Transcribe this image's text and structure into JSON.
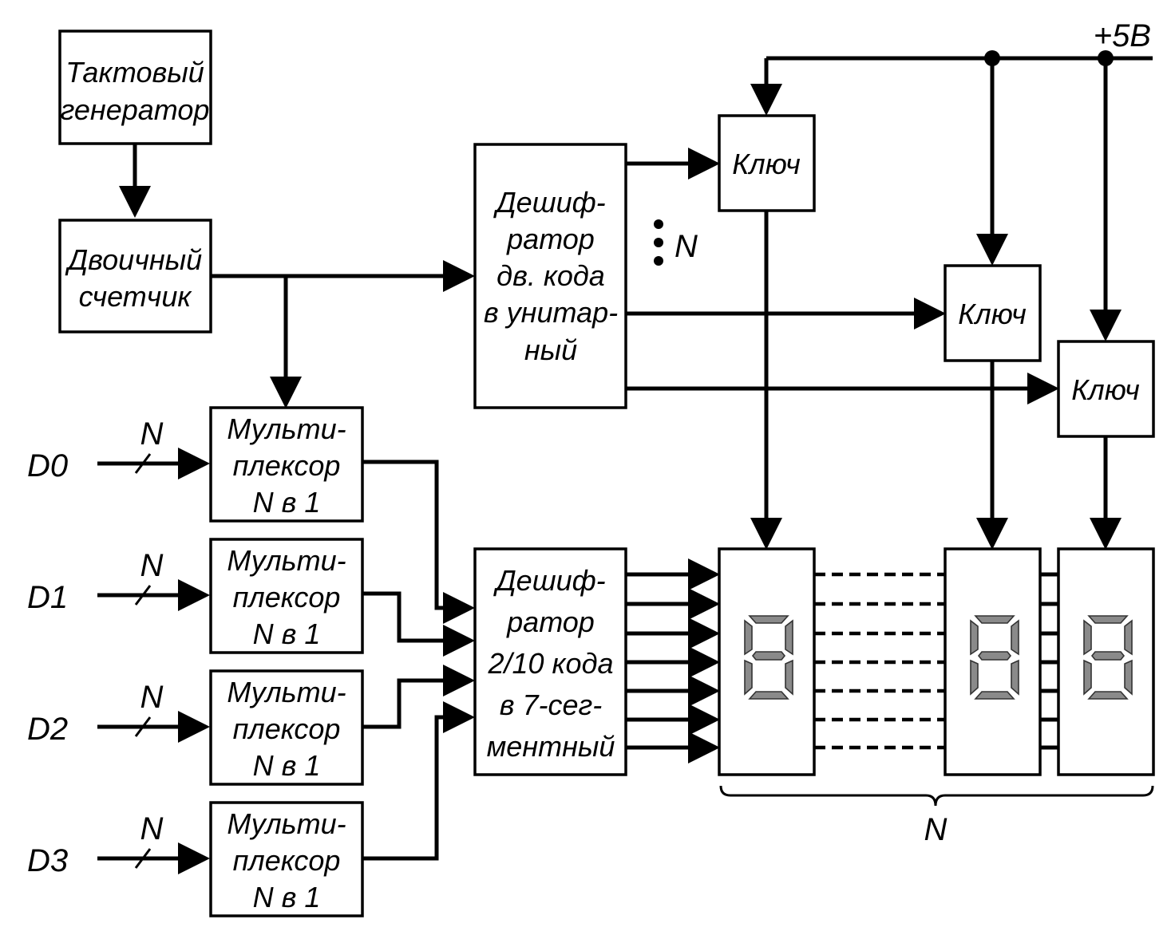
{
  "diagram": {
    "clock_generator": [
      "Тактовый",
      "генератор"
    ],
    "binary_counter": [
      "Двоичный",
      "счетчик"
    ],
    "unitary_decoder": [
      "Дешиф-",
      "ратор",
      "дв. кода",
      "в унитар-",
      "ный"
    ],
    "seg_decoder": [
      "Дешиф-",
      "ратор",
      "2/10 кода",
      "в 7-сег-",
      "ментный"
    ],
    "switch_label": "Ключ",
    "supply_label": "+5В",
    "count_label": "N",
    "mux_label": [
      "Мульти-",
      "плексор",
      "N в 1"
    ],
    "inputs": [
      "D0",
      "D1",
      "D2",
      "D3"
    ],
    "brace_label": "N",
    "colors": {
      "line": "#000000",
      "segment": "#8a8a8a",
      "background": "#ffffff"
    }
  }
}
